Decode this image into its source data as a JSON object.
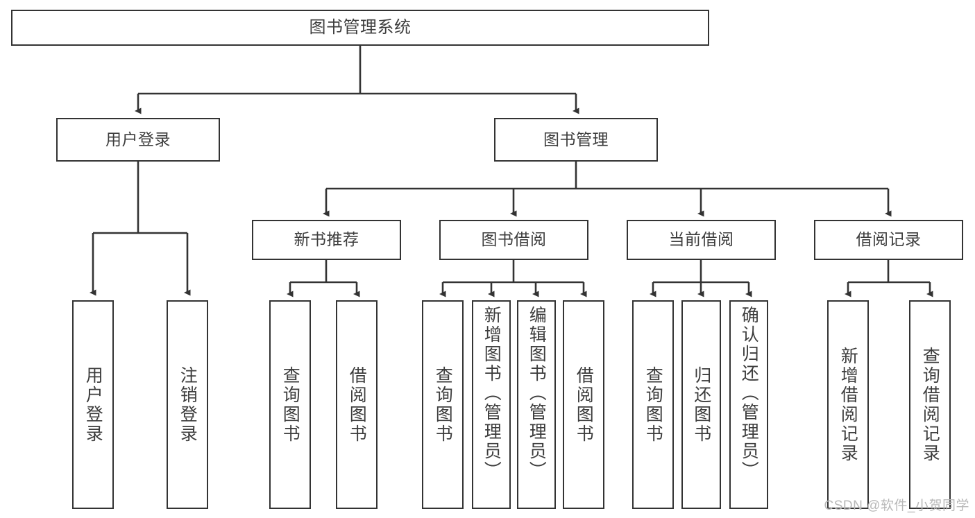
{
  "diagram": {
    "title": "图书管理系统",
    "watermark": "CSDN @软件_小贺同学",
    "colors": {
      "background": "#ffffff",
      "box_border": "#333333",
      "edge": "#333333",
      "text": "#3d3d3d",
      "watermark": "#b8b8b8"
    },
    "nodes": {
      "root": {
        "label": "图书管理系统"
      },
      "tier1": [
        {
          "label": "用户登录"
        },
        {
          "label": "图书管理"
        }
      ],
      "tier2": [
        {
          "label": "新书推荐"
        },
        {
          "label": "图书借阅"
        },
        {
          "label": "当前借阅"
        },
        {
          "label": "借阅记录"
        }
      ],
      "leaves": {
        "user_login": [
          {
            "label": "用户登录"
          },
          {
            "label": "注销登录"
          }
        ],
        "new_book": [
          {
            "label": "查询图书"
          },
          {
            "label": "借阅图书"
          }
        ],
        "book_borrow": [
          {
            "label": "查询图书"
          },
          {
            "label": "新增图书（管理员）"
          },
          {
            "label": "编辑图书（管理员）"
          },
          {
            "label": "借阅图书"
          }
        ],
        "current_borrow": [
          {
            "label": "查询图书"
          },
          {
            "label": "归还图书"
          },
          {
            "label": "确认归还（管理员）"
          }
        ],
        "borrow_record": [
          {
            "label": "新增借阅记录"
          },
          {
            "label": "查询借阅记录"
          }
        ]
      }
    }
  }
}
